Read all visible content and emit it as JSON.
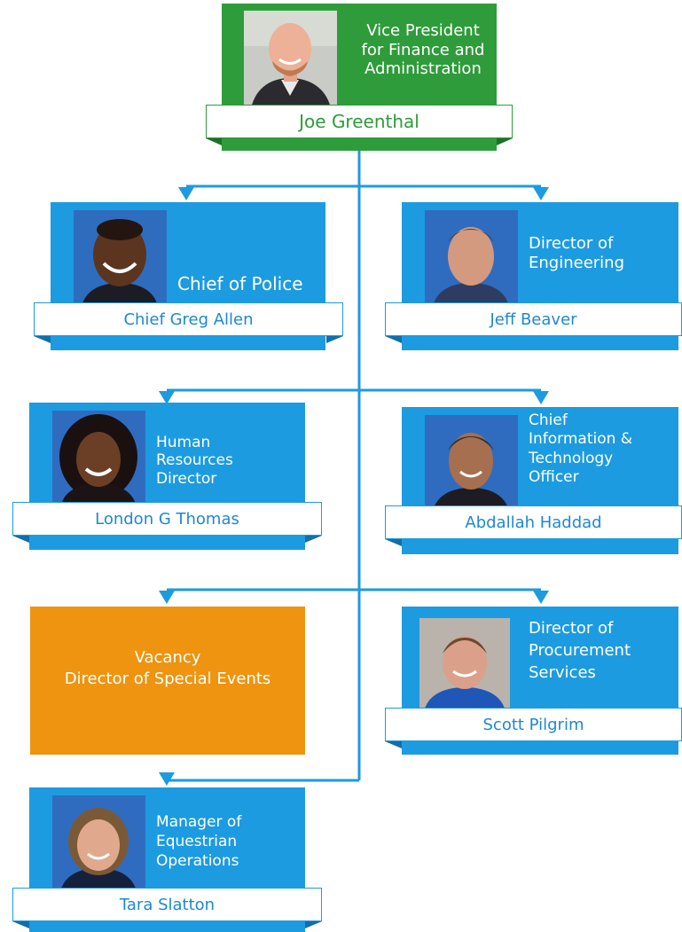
{
  "colors": {
    "vp_green": "#2e9c3a",
    "staff_blue": "#1d9be0",
    "vacancy_orange": "#ee9410",
    "connector_blue": "#1d9be0",
    "name_green": "#2e9c3a",
    "name_blue": "#1d88d4"
  },
  "vp": {
    "title": "Vice President for Finance and Administration",
    "name": "Joe Greenthal"
  },
  "police": {
    "title": "Chief of Police",
    "name": "Chief Greg Allen"
  },
  "engineering": {
    "title": "Director of Engineering",
    "name": "Jeff Beaver"
  },
  "hr": {
    "title": "Human Resources Director",
    "name": "London G Thomas"
  },
  "it": {
    "title": "Chief Information & Technology Officer",
    "name": "Abdallah Haddad"
  },
  "events": {
    "line1": "Vacancy",
    "line2": "Director of Special Events"
  },
  "procurement": {
    "title": "Director of Procurement Services",
    "name": "Scott Pilgrim"
  },
  "equestrian": {
    "title": "Manager of Equestrian Operations",
    "name": "Tara Slatton"
  }
}
